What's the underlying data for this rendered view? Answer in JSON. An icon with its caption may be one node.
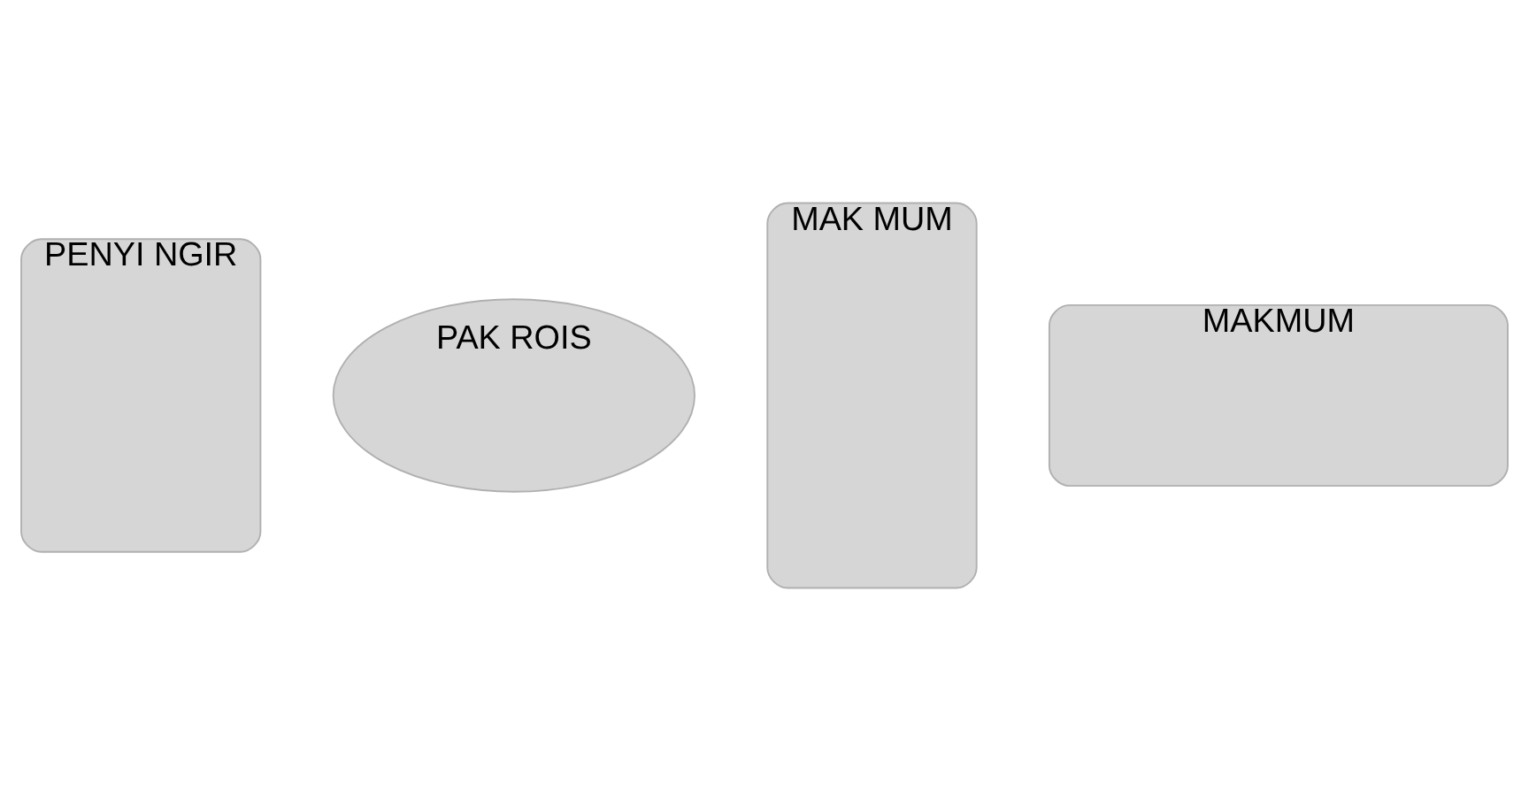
{
  "diagram": {
    "nodes": [
      {
        "text": [
          "PENYI NGIR"
        ]
      },
      {
        "text": [
          "PAK ROIS"
        ]
      },
      {
        "text": [
          "MAK MUM"
        ]
      },
      {
        "text": [
          "MAKMUM"
        ]
      }
    ]
  }
}
